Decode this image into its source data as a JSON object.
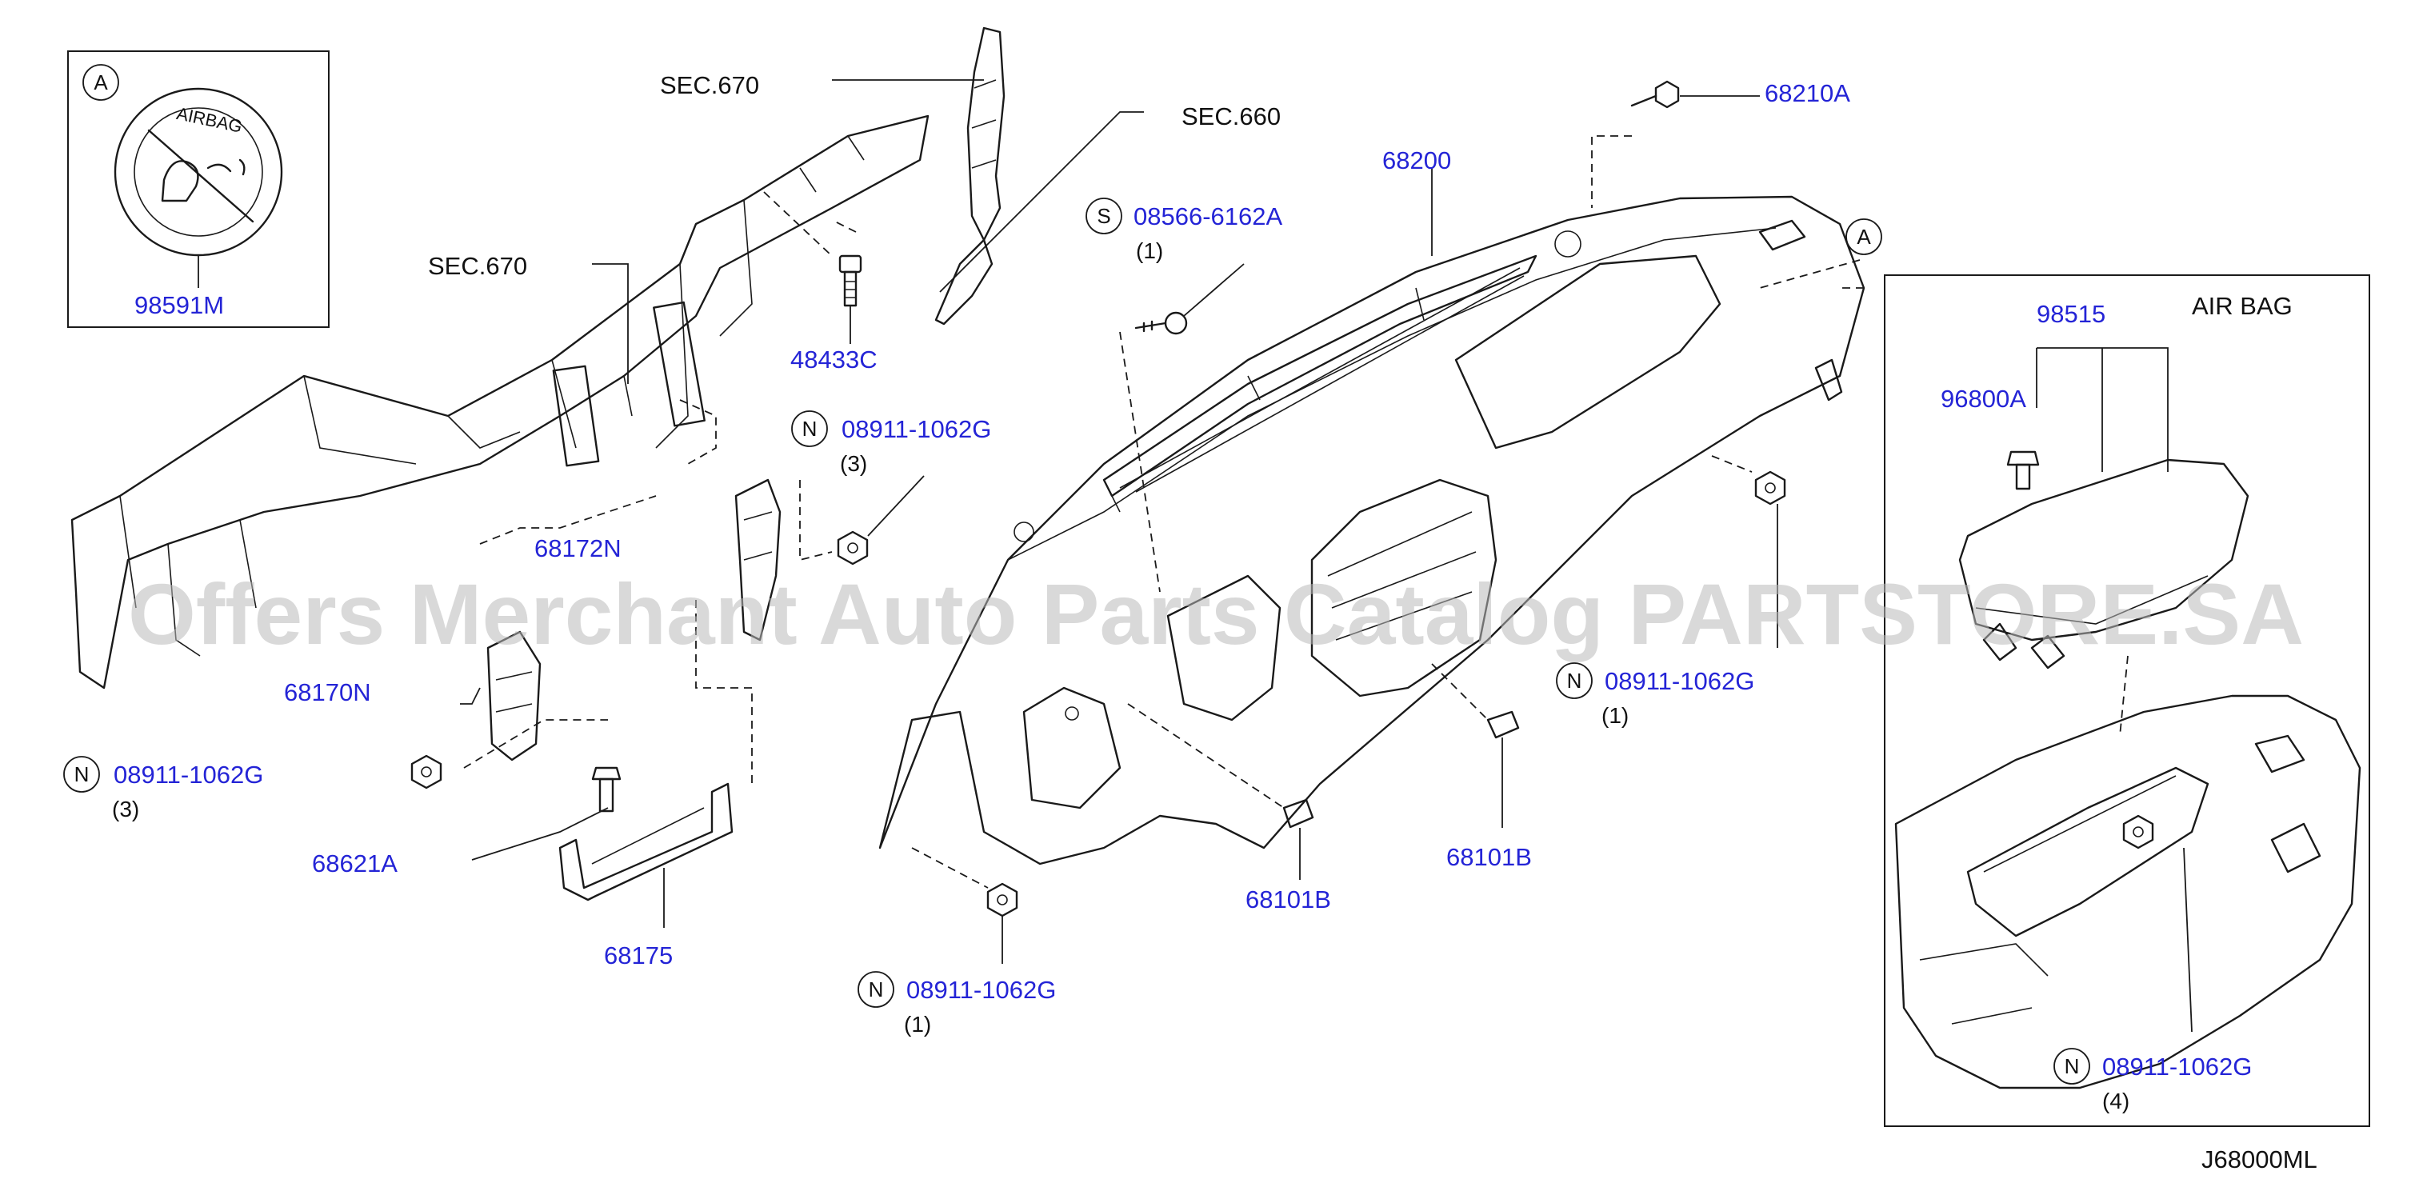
{
  "inset_a": {
    "marker": "A",
    "badge_text": "AIRBAG",
    "part": "98591M"
  },
  "labels": {
    "sec670_top": "SEC.670",
    "sec670_left": "SEC.670",
    "sec660": "SEC.660",
    "p48433c": "48433C",
    "p68210a": "68210A",
    "p68200": "68200",
    "p68172n": "68172N",
    "p68170n": "68170N",
    "p68621a": "68621A",
    "p68175": "68175",
    "p68101b_left": "68101B",
    "p68101b_right": "68101B",
    "marker_a": "A"
  },
  "fasteners": {
    "s_screw": {
      "prefix": "S",
      "part": "08566-6162A",
      "qty": "(1)"
    },
    "n_upper": {
      "prefix": "N",
      "part": "08911-1062G",
      "qty": "(3)"
    },
    "n_left": {
      "prefix": "N",
      "part": "08911-1062G",
      "qty": "(3)"
    },
    "n_right": {
      "prefix": "N",
      "part": "08911-1062G",
      "qty": "(1)"
    },
    "n_bottom": {
      "prefix": "N",
      "part": "08911-1062G",
      "qty": "(1)"
    },
    "n_airbag": {
      "prefix": "N",
      "part": "08911-1062G",
      "qty": "(4)"
    }
  },
  "airbag_inset": {
    "title": "AIR   BAG",
    "p98515": "98515",
    "p96800a": "96800A"
  },
  "watermark": "Offers Merchant Auto Parts Catalog PARTSTORE.SA",
  "diagram_code": "J68000ML",
  "colors": {
    "part_number": "#2424d6",
    "text": "#111111",
    "line": "#1a1a1a",
    "watermark": "#b9b9b9"
  }
}
